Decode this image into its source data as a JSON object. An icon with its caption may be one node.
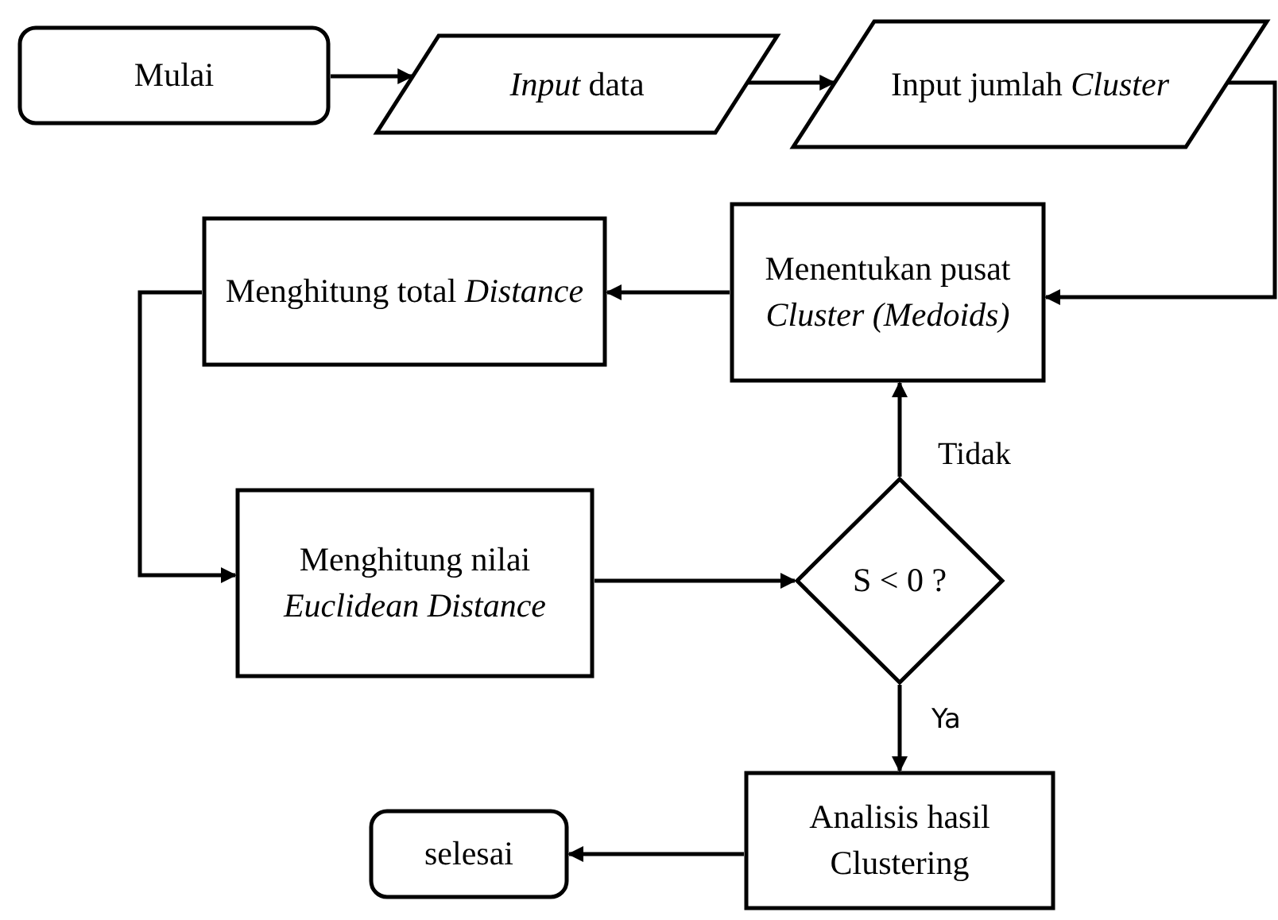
{
  "diagram": {
    "nodes": [
      {
        "text": [
          "Mulai"
        ]
      },
      {
        "text": [
          "*Input* data"
        ]
      },
      {
        "text": [
          "Input jumlah *Cluster*"
        ]
      },
      {
        "text": [
          "Menentukan pusat *Cluster* *(Medoids)*"
        ]
      },
      {
        "text": [
          "Menghitung total *Distance*"
        ]
      },
      {
        "text": [
          "Menghitung nilai *Euclidean* *Distance*"
        ]
      },
      {
        "text": [
          "S < 0 ?"
        ]
      },
      {
        "text": [
          "Analisis hasil Clustering"
        ]
      },
      {
        "text": [
          "selesai"
        ]
      }
    ],
    "edges": [
      {
        "from": 0,
        "to": 1,
        "arrow": "to"
      },
      {
        "from": 1,
        "to": 2,
        "arrow": "to"
      },
      {
        "from": 2,
        "to": 3,
        "arrow": "to"
      },
      {
        "from": 3,
        "to": 4,
        "arrow": "to"
      },
      {
        "from": 4,
        "to": 5,
        "arrow": "to"
      },
      {
        "from": 5,
        "to": 6,
        "arrow": "to"
      },
      {
        "from": 6,
        "to": 3,
        "arrow": "to",
        "label": "Tidak"
      },
      {
        "from": 6,
        "to": 7,
        "arrow": "to",
        "label": "Ya"
      },
      {
        "from": 7,
        "to": 8,
        "arrow": "to"
      }
    ]
  }
}
